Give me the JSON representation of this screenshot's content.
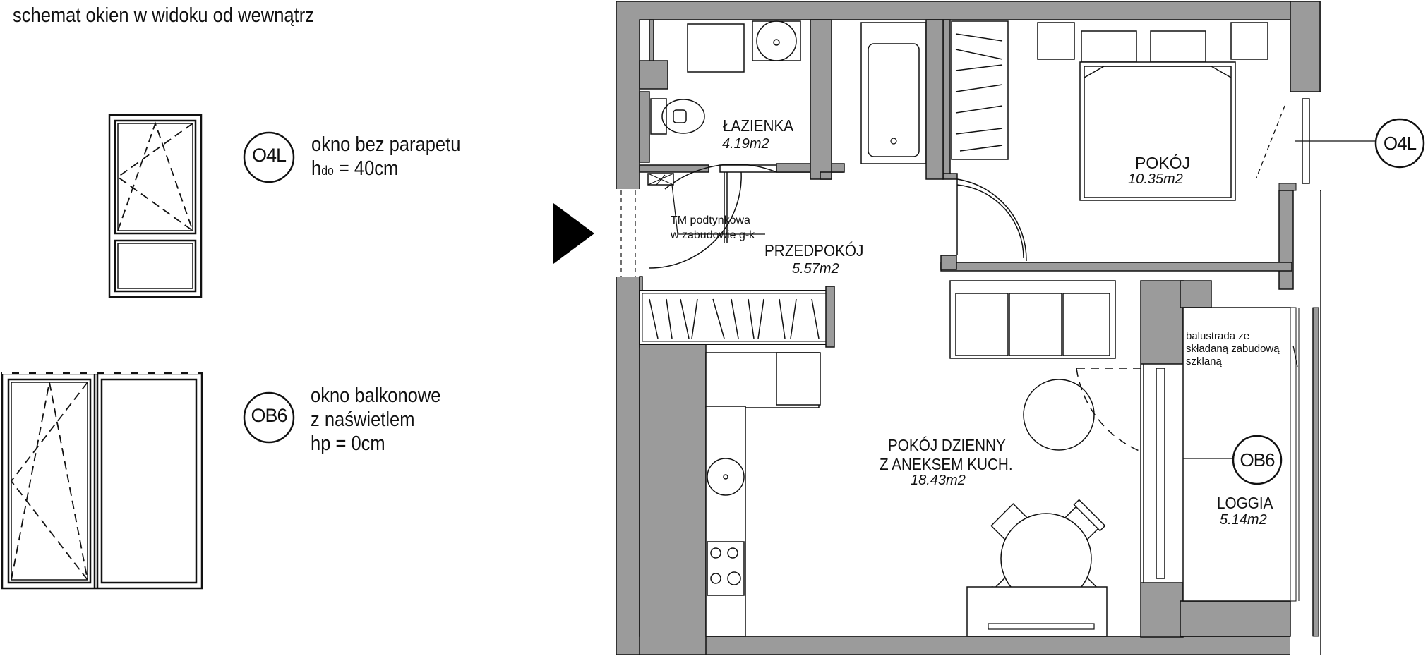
{
  "page_title": "schemat okien w widoku od wewnątrz",
  "legend": [
    {
      "code": "O4L",
      "line1": "okno bez parapetu",
      "line2_prefix": "h",
      "line2_sub": "do",
      "line2_suffix": " = 40cm"
    },
    {
      "code": "OB6",
      "line1": "okno balkonowe",
      "line2": "z naświetlem",
      "line3": "hp = 0cm"
    }
  ],
  "rooms": {
    "bathroom": {
      "name": "ŁAZIENKA",
      "area": "4.19m2"
    },
    "bedroom": {
      "name": "POKÓJ",
      "area": "10.35m2"
    },
    "hallway": {
      "name": "PRZEDPOKÓJ",
      "area": "5.57m2"
    },
    "living": {
      "name1": "POKÓJ DZIENNY",
      "name2": "Z ANEKSEM KUCH.",
      "area": "18.43m2"
    },
    "loggia": {
      "name": "LOGGIA",
      "area": "5.14m2"
    }
  },
  "notes": {
    "tm_line1": "TM podtynkowa",
    "tm_line2": "w zabudowie g-k",
    "balustrade_line1": "balustrada ze",
    "balustrade_line2": "składaną zabudową",
    "balustrade_line3": "szklaną"
  },
  "tags": {
    "bedroom_window": "O4L",
    "balcony_window": "OB6"
  },
  "colors": {
    "wall": "#9b9b9b",
    "line": "#111111",
    "background": "#ffffff"
  }
}
